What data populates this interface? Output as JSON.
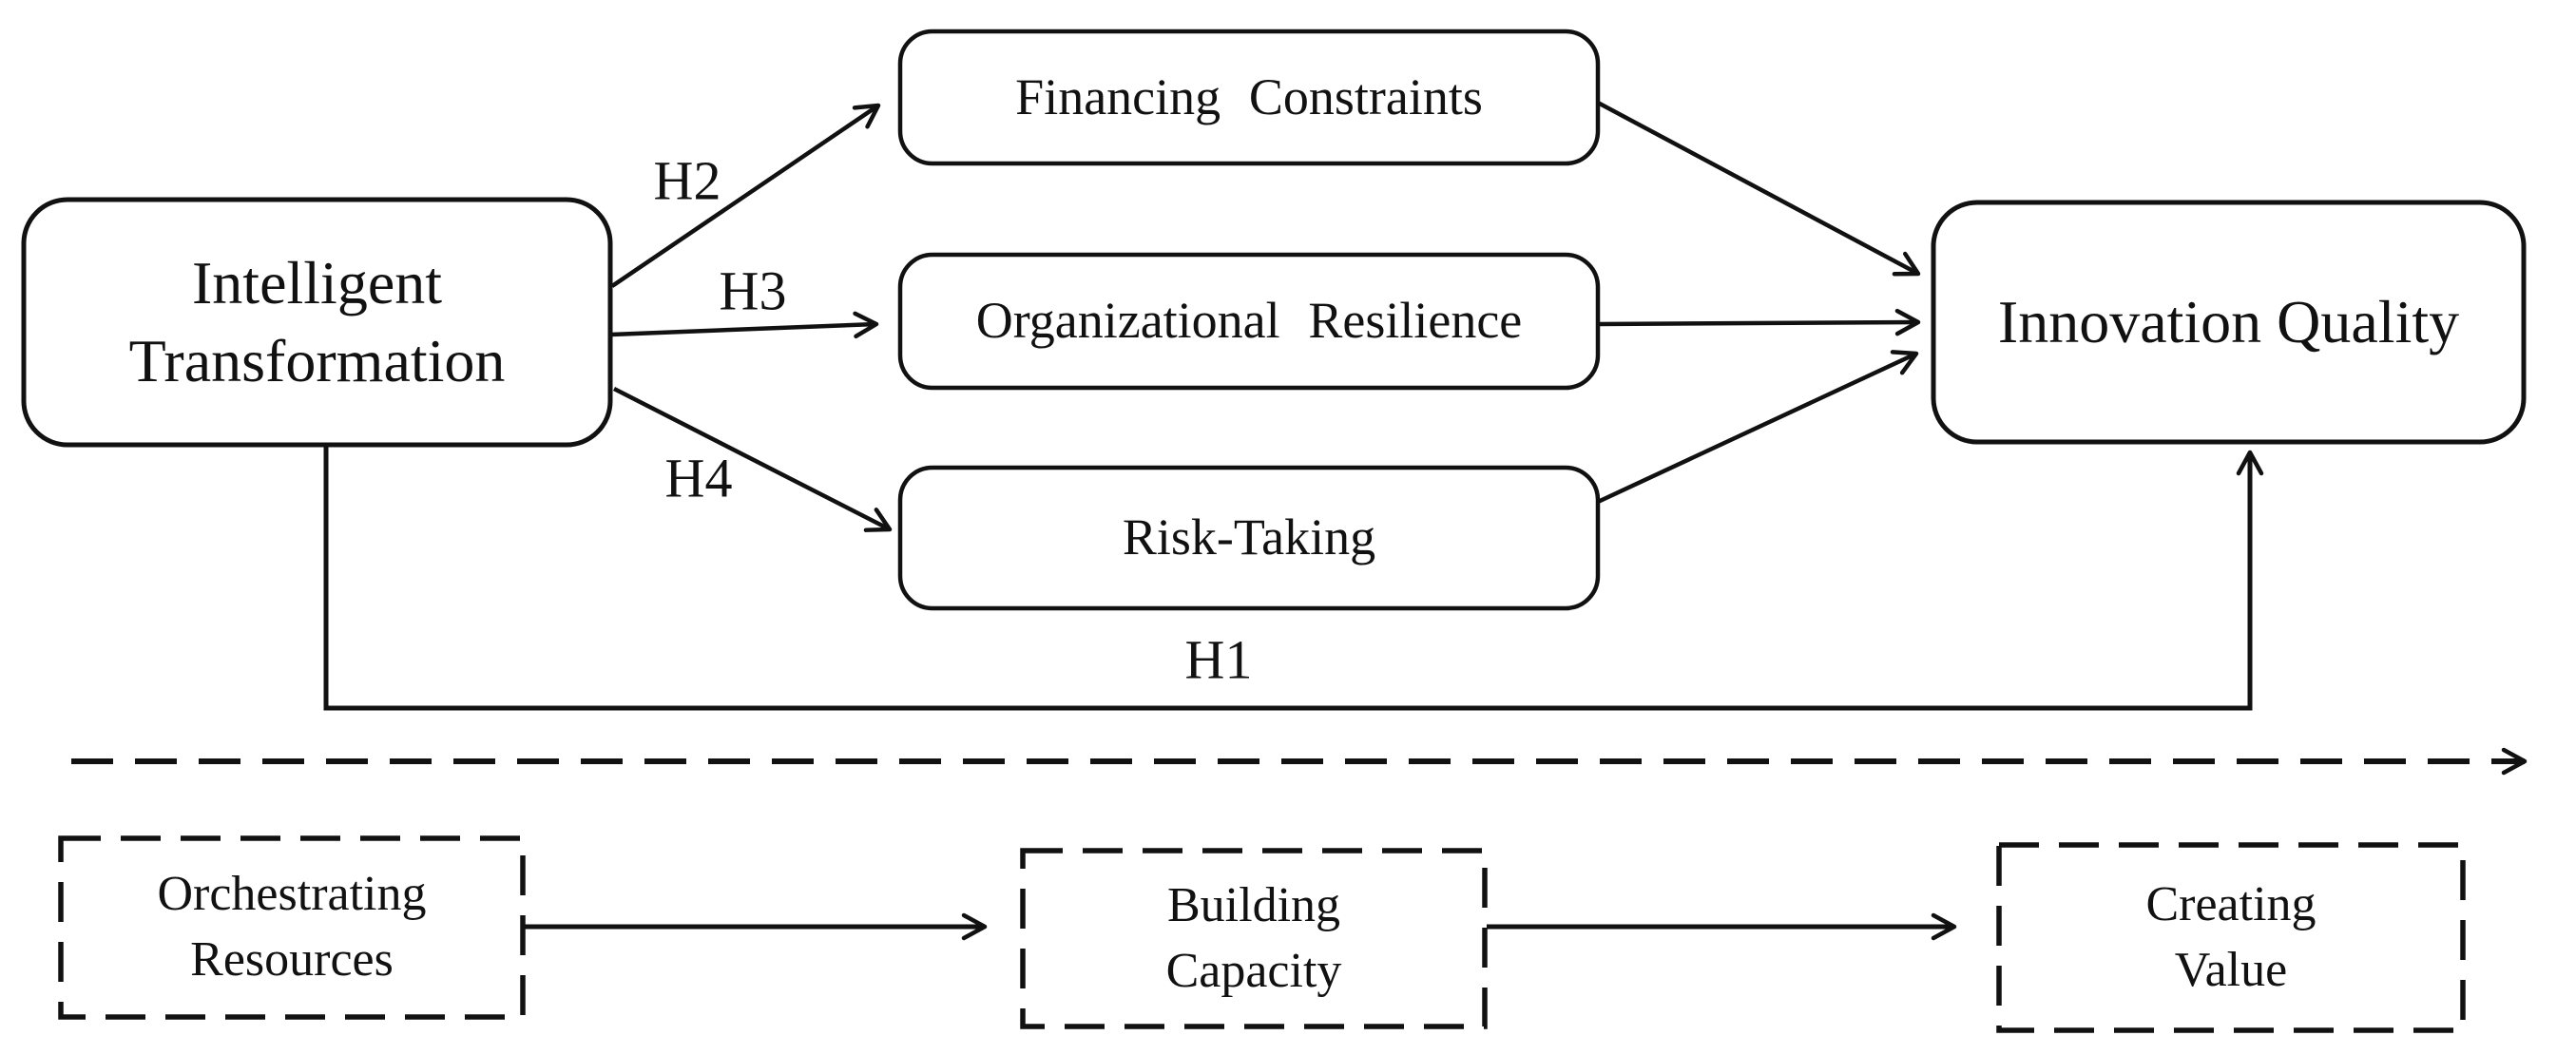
{
  "diagram": {
    "background_color": "#ffffff",
    "line_color": "#111111",
    "nodes": {
      "intelligent_transformation": {
        "lines": [
          "Intelligent",
          "Transformation"
        ]
      },
      "financing_constraints": {
        "label": "Financing Constraints"
      },
      "organizational_resilience": {
        "label": "Organizational Resilience"
      },
      "risk_taking": {
        "label": "Risk-Taking"
      },
      "innovation_quality": {
        "label": "Innovation Quality"
      },
      "orchestrating_resources": {
        "lines": [
          "Orchestrating",
          "Resources"
        ]
      },
      "building_capacity": {
        "lines": [
          "Building",
          "Capacity"
        ]
      },
      "creating_value": {
        "lines": [
          "Creating",
          "Value"
        ]
      }
    },
    "path_labels": {
      "h1": "H1",
      "h2": "H2",
      "h3": "H3",
      "h4": "H4"
    }
  }
}
